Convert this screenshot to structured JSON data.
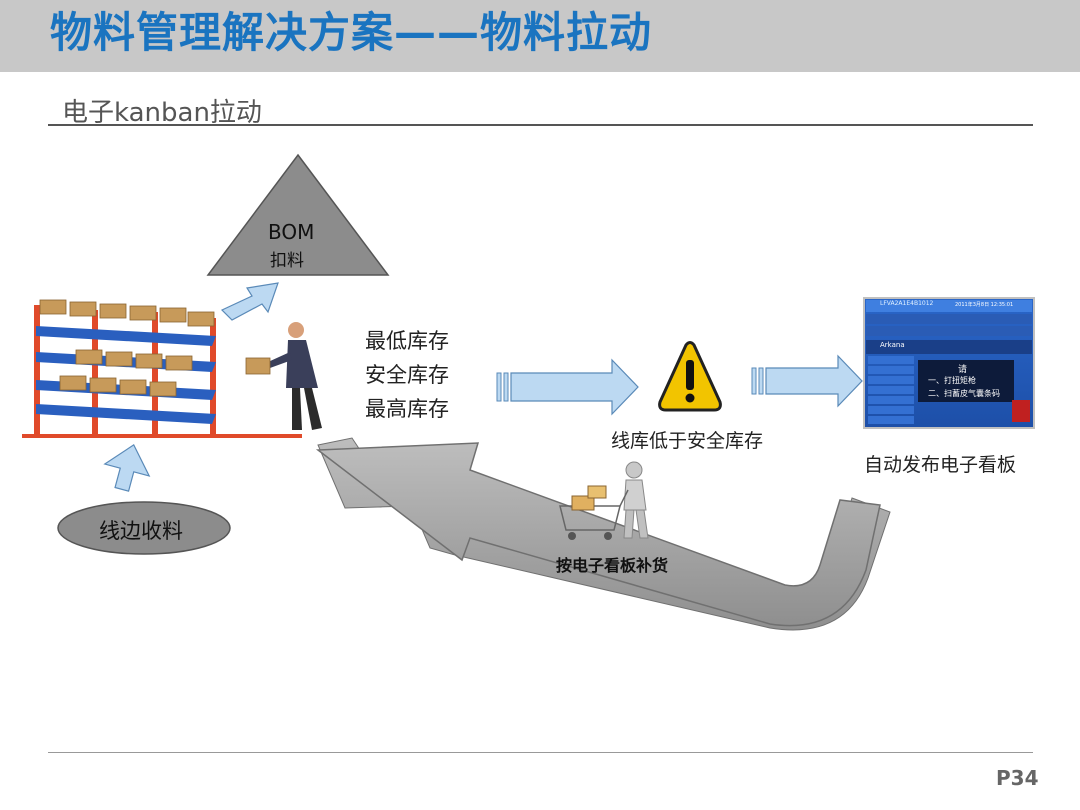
{
  "header": {
    "title": "物料管理解决方案——物料拉动",
    "subtitle": "电子kanban拉动"
  },
  "diagram": {
    "bom_label": "BOM",
    "bom_sub": "扣料",
    "stock_levels": [
      "最低库存",
      "安全库存",
      "最高库存"
    ],
    "warning_label": "线库低于安全库存",
    "board_label": "自动发布电子看板",
    "receive_label": "线边收料",
    "replenish_label": "按电子看板补货",
    "board_screen": {
      "row1": "LFVA2A1E4B1012",
      "row2": "2011年3月8日 12:35:01",
      "row3": "Arkana",
      "msg1": "请",
      "msg2": "一、打扭矩枪",
      "msg3": "二、扫蓄皮气囊条码"
    }
  },
  "footer": {
    "page": "P34"
  },
  "colors": {
    "title": "#1a74c0",
    "arrow_fill": "#bcd9f2",
    "arrow_stroke": "#5a8ab8",
    "big_arrow": "#a6a6a6"
  }
}
